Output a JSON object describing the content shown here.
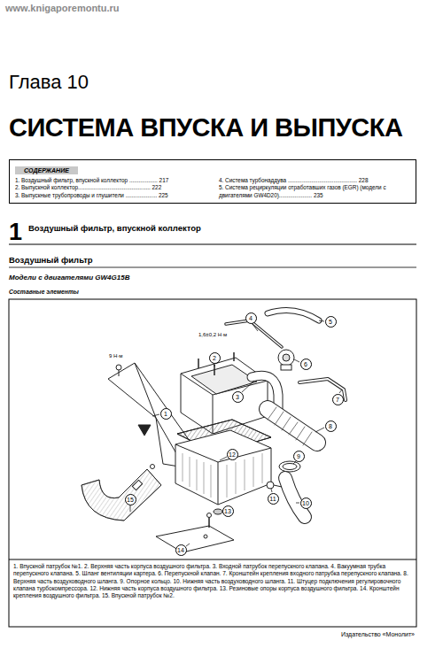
{
  "diagram": {
    "title": "СИСТЕМА ВПУСКА И ВЫПУСКА",
    "caption": "1. Впускной патрубок №1. 2. Верхняя часть корпуса воздушного фильтра. 3. Входной патрубок перепускного клапана. 4. Вакуумная трубка перепускного клапана. 5. Шланг вентиляции картера. 6. Перепускной клапан. 7. Кронштейн крепления входного патрубка перепускного клапана. 8. Верхняя часть воздуховодного шланга. 9. Опорное кольцо. 10. Нижняя часть воздуховодного шланга. 11. Штуцер подключения регулировочного клапана турбокомпрессора. 12. Нижняя часть корпуса воздушного фильтра. 13. Резиновые опоры корпуса воздушного фильтра. 14. Кронштейн крепления воздушного фильтра. 15. Впускной патрубок №2.",
    "nodes": [
      {
        "text": [
          "СОДЕРЖАНИЕ",
          "1. Воздушный фильтр, впускной коллектор .................. 217",
          "2. Выпускной коллектор.............................................. 222",
          "3. Выпускные трубопроводы и глушители .................... 225",
          "4. Система турбонаддува ............................................ 228",
          "5. Система рециркуляции отработавших газов (EGR) (модели с двигателями GW4D20)..................... 235"
        ]
      },
      {
        "text": [
          "1"
        ]
      },
      {
        "text": [
          "2"
        ]
      },
      {
        "text": [
          "3"
        ]
      },
      {
        "text": [
          "4"
        ]
      },
      {
        "text": [
          "5"
        ]
      },
      {
        "text": [
          "6"
        ]
      },
      {
        "text": [
          "7"
        ]
      },
      {
        "text": [
          "8"
        ]
      },
      {
        "text": [
          "9"
        ]
      },
      {
        "text": [
          "10"
        ]
      },
      {
        "text": [
          "11"
        ]
      },
      {
        "text": [
          "12"
        ]
      },
      {
        "text": [
          "13"
        ]
      },
      {
        "text": [
          "14"
        ]
      },
      {
        "text": [
          "15"
        ]
      }
    ],
    "labels": [
      "www.knigaporemontu.ru",
      "Глава 10",
      "1",
      "Воздушный фильтр, впускной коллектор",
      "Воздушный фильтр",
      "Модели с двигателями GW4G15B",
      "Составные элементы",
      "9 Н·м",
      "1,6±0,2 Н·м",
      "Издательство «Монолит»"
    ]
  }
}
